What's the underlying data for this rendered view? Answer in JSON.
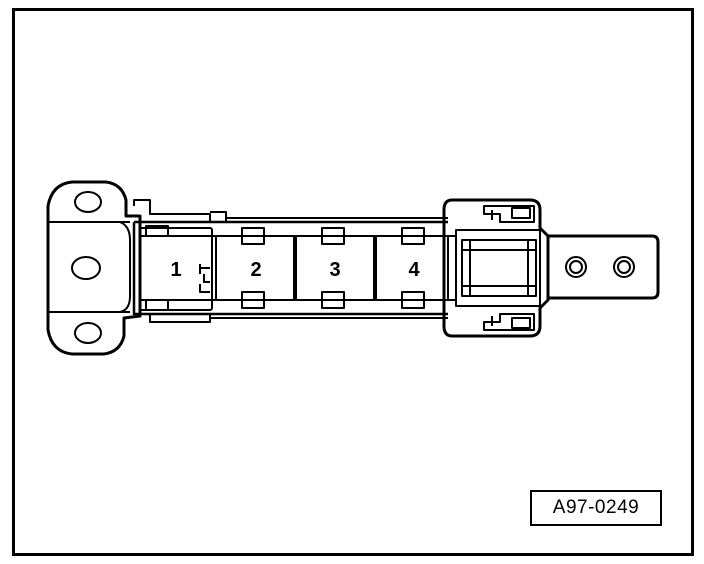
{
  "figure_id": "A97-0249",
  "positions": [
    {
      "label": "1"
    },
    {
      "label": "2"
    },
    {
      "label": "3"
    },
    {
      "label": "4"
    }
  ],
  "colors": {
    "ink": "#000000",
    "paper": "#ffffff"
  }
}
